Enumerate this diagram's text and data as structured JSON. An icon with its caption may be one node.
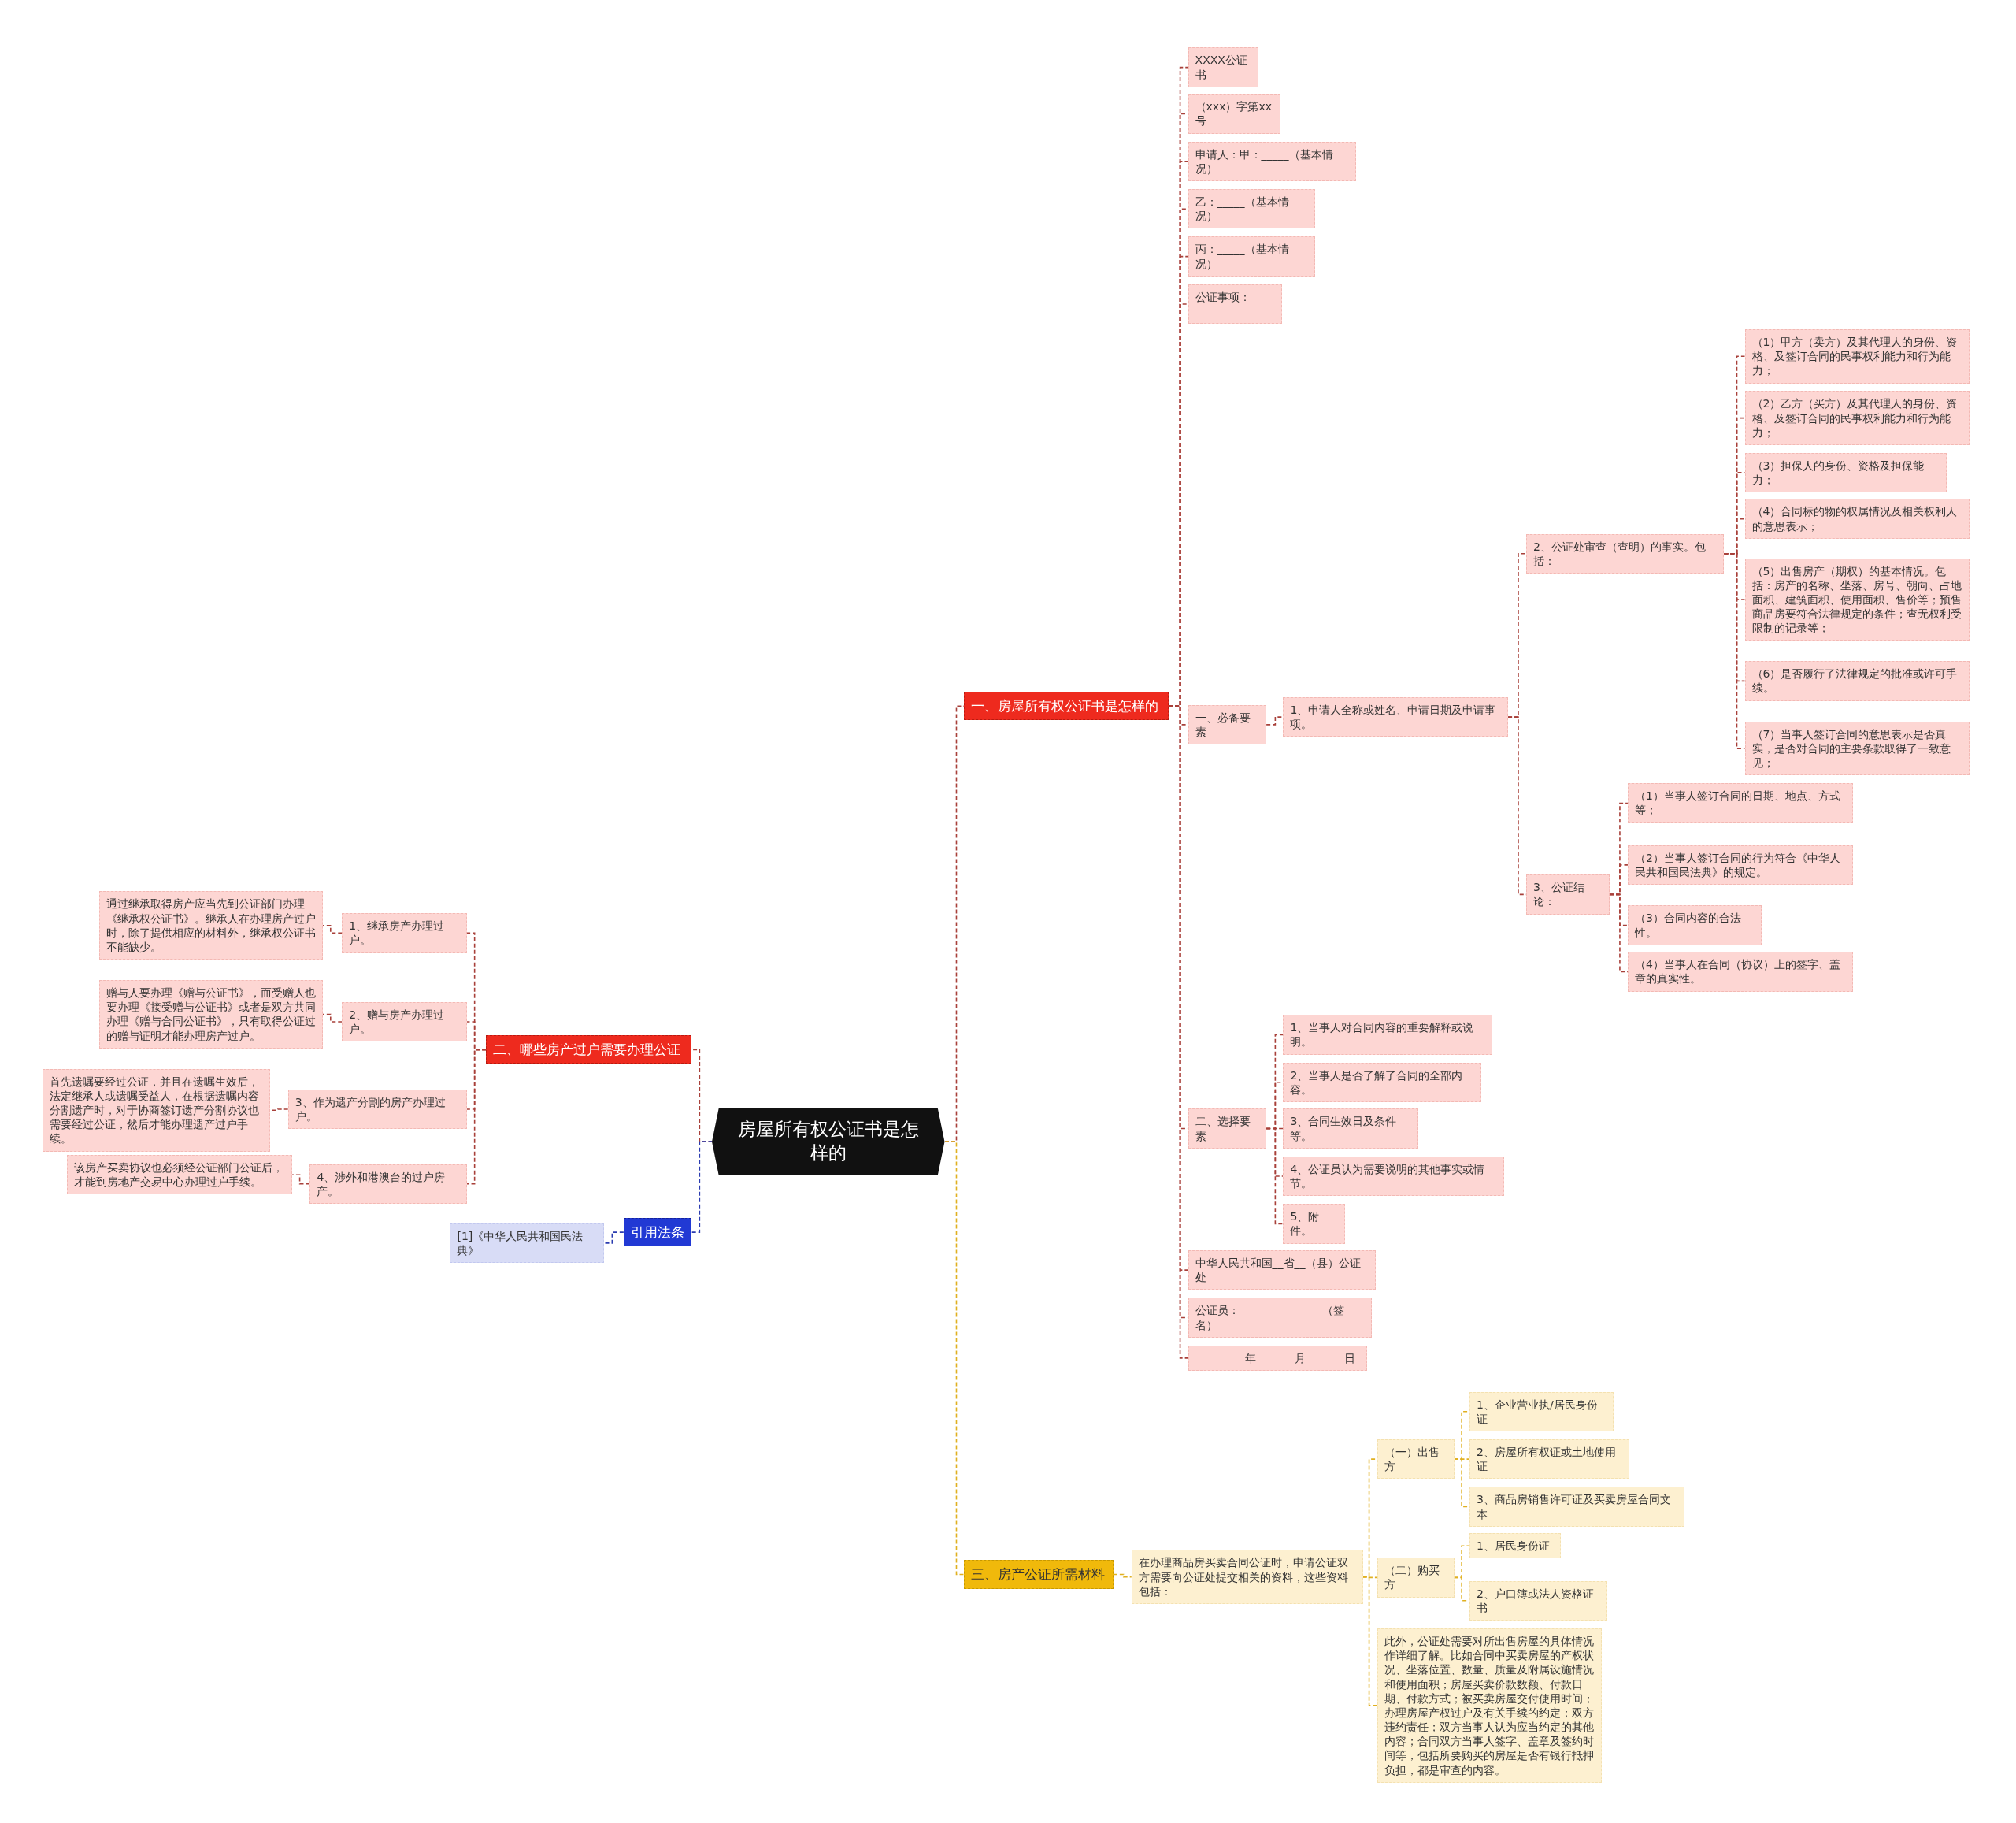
{
  "diagram": {
    "nodes": [
      {
        "text": [
          "房屋所有权公证书是怎样的"
        ]
      },
      {
        "text": [
          "一、房屋所有权公证书是怎样的"
        ]
      },
      {
        "text": [
          "XXXX公证书"
        ]
      },
      {
        "text": [
          "（xxx）字第xx号"
        ]
      },
      {
        "text": [
          "申请人：甲：_____（基本情况）"
        ]
      },
      {
        "text": [
          "乙：_____（基本情况）"
        ]
      },
      {
        "text": [
          "丙：_____（基本情况）"
        ]
      },
      {
        "text": [
          "公证事项：_____"
        ]
      },
      {
        "text": [
          "一、必备要素"
        ]
      },
      {
        "text": [
          "1、申请人全称或姓名、申请日期及申请事项。"
        ]
      },
      {
        "text": [
          "2、公证处审查（查明）的事实。包括："
        ]
      },
      {
        "text": [
          "（1）甲方（卖方）及其代理人的身份、资格、及签订合同的民事权利能力和行为能力；"
        ]
      },
      {
        "text": [
          "（2）乙方（买方）及其代理人的身份、资格、及签订合同的民事权利能力和行为能力；"
        ]
      },
      {
        "text": [
          "（3）担保人的身份、资格及担保能力；"
        ]
      },
      {
        "text": [
          "（4）合同标的物的权属情况及相关权利人的意思表示；"
        ]
      },
      {
        "text": [
          "（5）出售房产（期权）的基本情况。包括：房产的名称、坐落、房号、朝向、占地面积、建筑面积、使用面积、售价等；预售商品房要符合法律规定的条件；查无权利受限制的记录等；"
        ]
      },
      {
        "text": [
          "（6）是否履行了法律规定的批准或许可手续。"
        ]
      },
      {
        "text": [
          "（7）当事人签订合同的意思表示是否真实，是否对合同的主要条款取得了一致意见；"
        ]
      },
      {
        "text": [
          "3、公证结论："
        ]
      },
      {
        "text": [
          "（1）当事人签订合同的日期、地点、方式等；"
        ]
      },
      {
        "text": [
          "（2）当事人签订合同的行为符合《中华人民共和国民法典》的规定。"
        ]
      },
      {
        "text": [
          "（3）合同内容的合法性。"
        ]
      },
      {
        "text": [
          "（4）当事人在合同（协议）上的签字、盖章的真实性。"
        ]
      },
      {
        "text": [
          "二、选择要素"
        ]
      },
      {
        "text": [
          "1、当事人对合同内容的重要解释或说明。"
        ]
      },
      {
        "text": [
          "2、当事人是否了解了合同的全部内容。"
        ]
      },
      {
        "text": [
          "3、合同生效日及条件等。"
        ]
      },
      {
        "text": [
          "4、公证员认为需要说明的其他事实或情节。"
        ]
      },
      {
        "text": [
          "5、附件。"
        ]
      },
      {
        "text": [
          "中华人民共和国__省__（县）公证处"
        ]
      },
      {
        "text": [
          "公证员：_______________（签名）"
        ]
      },
      {
        "text": [
          "_________年_______月_______日"
        ]
      },
      {
        "text": [
          "二、哪些房产过户需要办理公证"
        ]
      },
      {
        "text": [
          "1、继承房产办理过户。"
        ]
      },
      {
        "text": [
          "通过继承取得房产应当先到公证部门办理《继承权公证书》。继承人在办理房产过户时，除了提供相应的材料外，继承权公证书不能缺少。"
        ]
      },
      {
        "text": [
          "2、赠与房产办理过户。"
        ]
      },
      {
        "text": [
          "赠与人要办理《赠与公证书》，而受赠人也要办理《接受赠与公证书》或者是双方共同办理《赠与合同公证书》，只有取得公证过的赠与证明才能办理房产过户。"
        ]
      },
      {
        "text": [
          "3、作为遗产分割的房产办理过户。"
        ]
      },
      {
        "text": [
          "首先遗嘱要经过公证，并且在遗嘱生效后，法定继承人或遗嘱受益人，在根据遗嘱内容分割遗产时，对于协商签订遗产分割协议也需要经过公证，然后才能办理遗产过户手续。"
        ]
      },
      {
        "text": [
          "4、涉外和港澳台的过户房产。"
        ]
      },
      {
        "text": [
          "该房产买卖协议也必须经公证部门公证后，才能到房地产交易中心办理过户手续。"
        ]
      },
      {
        "text": [
          "引用法条"
        ]
      },
      {
        "text": [
          "[1]《中华人民共和国民法典》"
        ]
      },
      {
        "text": [
          "三、房产公证所需材料"
        ]
      },
      {
        "text": [
          "在办理商品房买卖合同公证时，申请公证双方需要向公证处提交相关的资料，这些资料包括："
        ]
      },
      {
        "text": [
          "（一）出售方"
        ]
      },
      {
        "text": [
          "1、企业营业执/居民身份证"
        ]
      },
      {
        "text": [
          "2、房屋所有权证或土地使用证"
        ]
      },
      {
        "text": [
          "3、商品房销售许可证及买卖房屋合同文本"
        ]
      },
      {
        "text": [
          "（二）购买方"
        ]
      },
      {
        "text": [
          "1、居民身份证"
        ]
      },
      {
        "text": [
          "2、户口簿或法人资格证书"
        ]
      },
      {
        "text": [
          "此外，公证处需要对所出售房屋的具体情况作详细了解。比如合同中买卖房屋的产权状况、坐落位置、数量、质量及附属设施情况和使用面积；房屋买卖价款数额、付款日期、付款方式；被买卖房屋交付使用时间；办理房屋产权过户及有关手续的约定；双方违约责任；双方当事人认为应当约定的其他内容；合同双方当事人签字、盖章及签约时间等，包括所要购买的房屋是否有银行抵押负担，都是审查的内容。"
        ]
      }
    ],
    "edges": [
      {
        "from": 0,
        "to": 1,
        "arrow": "none"
      },
      {
        "from": 1,
        "to": 2,
        "arrow": "none"
      },
      {
        "from": 1,
        "to": 3,
        "arrow": "none"
      },
      {
        "from": 1,
        "to": 4,
        "arrow": "none"
      },
      {
        "from": 1,
        "to": 5,
        "arrow": "none"
      },
      {
        "from": 1,
        "to": 6,
        "arrow": "none"
      },
      {
        "from": 1,
        "to": 7,
        "arrow": "none"
      },
      {
        "from": 1,
        "to": 8,
        "arrow": "none"
      },
      {
        "from": 8,
        "to": 9,
        "arrow": "none"
      },
      {
        "from": 9,
        "to": 10,
        "arrow": "none"
      },
      {
        "from": 10,
        "to": 11,
        "arrow": "none"
      },
      {
        "from": 10,
        "to": 12,
        "arrow": "none"
      },
      {
        "from": 10,
        "to": 13,
        "arrow": "none"
      },
      {
        "from": 10,
        "to": 14,
        "arrow": "none"
      },
      {
        "from": 10,
        "to": 15,
        "arrow": "none"
      },
      {
        "from": 10,
        "to": 16,
        "arrow": "none"
      },
      {
        "from": 10,
        "to": 17,
        "arrow": "none"
      },
      {
        "from": 9,
        "to": 18,
        "arrow": "none"
      },
      {
        "from": 18,
        "to": 19,
        "arrow": "none"
      },
      {
        "from": 18,
        "to": 20,
        "arrow": "none"
      },
      {
        "from": 18,
        "to": 21,
        "arrow": "none"
      },
      {
        "from": 18,
        "to": 22,
        "arrow": "none"
      },
      {
        "from": 1,
        "to": 23,
        "arrow": "none"
      },
      {
        "from": 23,
        "to": 24,
        "arrow": "none"
      },
      {
        "from": 23,
        "to": 25,
        "arrow": "none"
      },
      {
        "from": 23,
        "to": 26,
        "arrow": "none"
      },
      {
        "from": 23,
        "to": 27,
        "arrow": "none"
      },
      {
        "from": 23,
        "to": 28,
        "arrow": "none"
      },
      {
        "from": 1,
        "to": 29,
        "arrow": "none"
      },
      {
        "from": 1,
        "to": 30,
        "arrow": "none"
      },
      {
        "from": 1,
        "to": 31,
        "arrow": "none"
      },
      {
        "from": 0,
        "to": 32,
        "arrow": "none"
      },
      {
        "from": 32,
        "to": 33,
        "arrow": "none"
      },
      {
        "from": 33,
        "to": 34,
        "arrow": "none"
      },
      {
        "from": 32,
        "to": 35,
        "arrow": "none"
      },
      {
        "from": 35,
        "to": 36,
        "arrow": "none"
      },
      {
        "from": 32,
        "to": 37,
        "arrow": "none"
      },
      {
        "from": 37,
        "to": 38,
        "arrow": "none"
      },
      {
        "from": 32,
        "to": 39,
        "arrow": "none"
      },
      {
        "from": 39,
        "to": 40,
        "arrow": "none"
      },
      {
        "from": 0,
        "to": 41,
        "arrow": "none",
        "color": "#2a3bb0"
      },
      {
        "from": 41,
        "to": 42,
        "arrow": "none",
        "color": "#2a3bb0"
      },
      {
        "from": 0,
        "to": 43,
        "arrow": "none",
        "color": "#e0b020"
      },
      {
        "from": 43,
        "to": 44,
        "arrow": "none",
        "color": "#e0b020"
      },
      {
        "from": 44,
        "to": 45,
        "arrow": "none",
        "color": "#e0b020"
      },
      {
        "from": 45,
        "to": 46,
        "arrow": "none",
        "color": "#e0b020"
      },
      {
        "from": 45,
        "to": 47,
        "arrow": "none",
        "color": "#e0b020"
      },
      {
        "from": 45,
        "to": 48,
        "arrow": "none",
        "color": "#e0b020"
      },
      {
        "from": 44,
        "to": 49,
        "arrow": "none",
        "color": "#e0b020"
      },
      {
        "from": 49,
        "to": 50,
        "arrow": "none",
        "color": "#e0b020"
      },
      {
        "from": 49,
        "to": 51,
        "arrow": "none",
        "color": "#e0b020"
      },
      {
        "from": 44,
        "to": 52,
        "arrow": "none",
        "color": "#e0b020"
      }
    ]
  }
}
